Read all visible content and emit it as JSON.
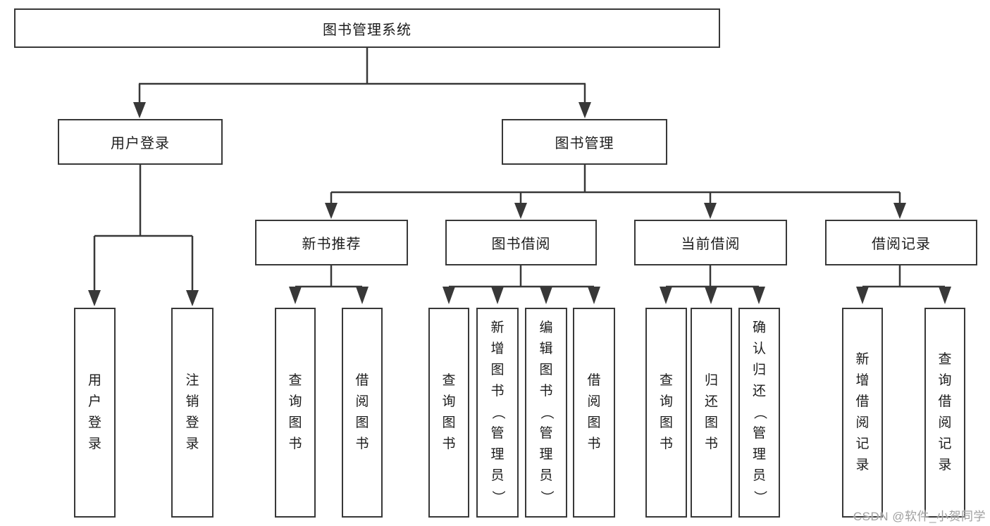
{
  "diagram": {
    "title": "图书管理系统",
    "tree": {
      "label": "图书管理系统",
      "children": [
        {
          "label": "用户登录",
          "children": [
            {
              "label": "用户登录"
            },
            {
              "label": "注销登录"
            }
          ]
        },
        {
          "label": "图书管理",
          "children": [
            {
              "label": "新书推荐",
              "children": [
                {
                  "label": "查询图书"
                },
                {
                  "label": "借阅图书"
                }
              ]
            },
            {
              "label": "图书借阅",
              "children": [
                {
                  "label": "查询图书"
                },
                {
                  "label": "新增图书（管理员）"
                },
                {
                  "label": "编辑图书（管理员）"
                },
                {
                  "label": "借阅图书"
                }
              ]
            },
            {
              "label": "当前借阅",
              "children": [
                {
                  "label": "查询图书"
                },
                {
                  "label": "归还图书"
                },
                {
                  "label": "确认归还（管理员）"
                }
              ]
            },
            {
              "label": "借阅记录",
              "children": [
                {
                  "label": "新增借阅记录"
                },
                {
                  "label": "查询借阅记录"
                }
              ]
            }
          ]
        }
      ]
    }
  },
  "watermark": "CSDN @软件_小贺同学",
  "colors": {
    "line": "#383838",
    "text": "#1c1c1c",
    "background": "#ffffff",
    "watermark": "#a0a0a0"
  }
}
